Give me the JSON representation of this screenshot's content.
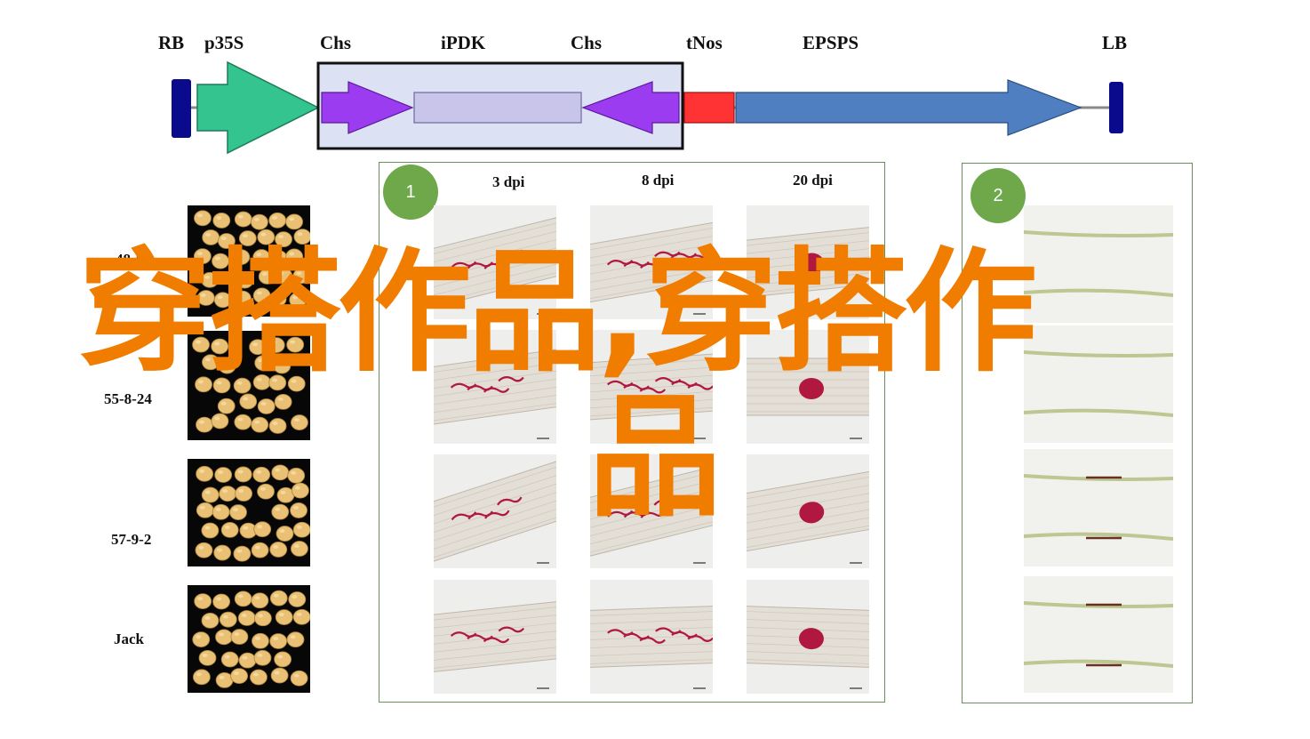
{
  "construct": {
    "labels": {
      "rb": "RB",
      "p35s": "p35S",
      "chs_left": "Chs",
      "ipdk": "iPDK",
      "chs_right": "Chs",
      "tnos": "tNos",
      "epsps": "EPSPS",
      "lb": "LB"
    },
    "colors": {
      "border_ends": "#0a0a8c",
      "promoter": "#33c490",
      "chs_arrow": "#9b3cf0",
      "ipdk_fill": "#c9c4ea",
      "terminator": "#ff3333",
      "epsps": "#4f7fc0",
      "cassette_fill": "#dde1f4"
    }
  },
  "panel1": {
    "badge": "1",
    "columns": [
      "3 dpi",
      "8 dpi",
      "20 dpi"
    ]
  },
  "panel2": {
    "badge": "2"
  },
  "seed_lines": [
    {
      "label": "48-5"
    },
    {
      "label": "55-8-24"
    },
    {
      "label": "57-9-2"
    },
    {
      "label": "Jack"
    }
  ],
  "watermark": {
    "line1": "穿搭作品,穿搭作",
    "line2": "品"
  },
  "colors": {
    "badge": "#6fa84a",
    "panel_border": "#6a8f5a",
    "watermark": "#f07d00",
    "root_bg": "#e3ded6",
    "stain": "#b01840",
    "seed": "#e9c074"
  }
}
